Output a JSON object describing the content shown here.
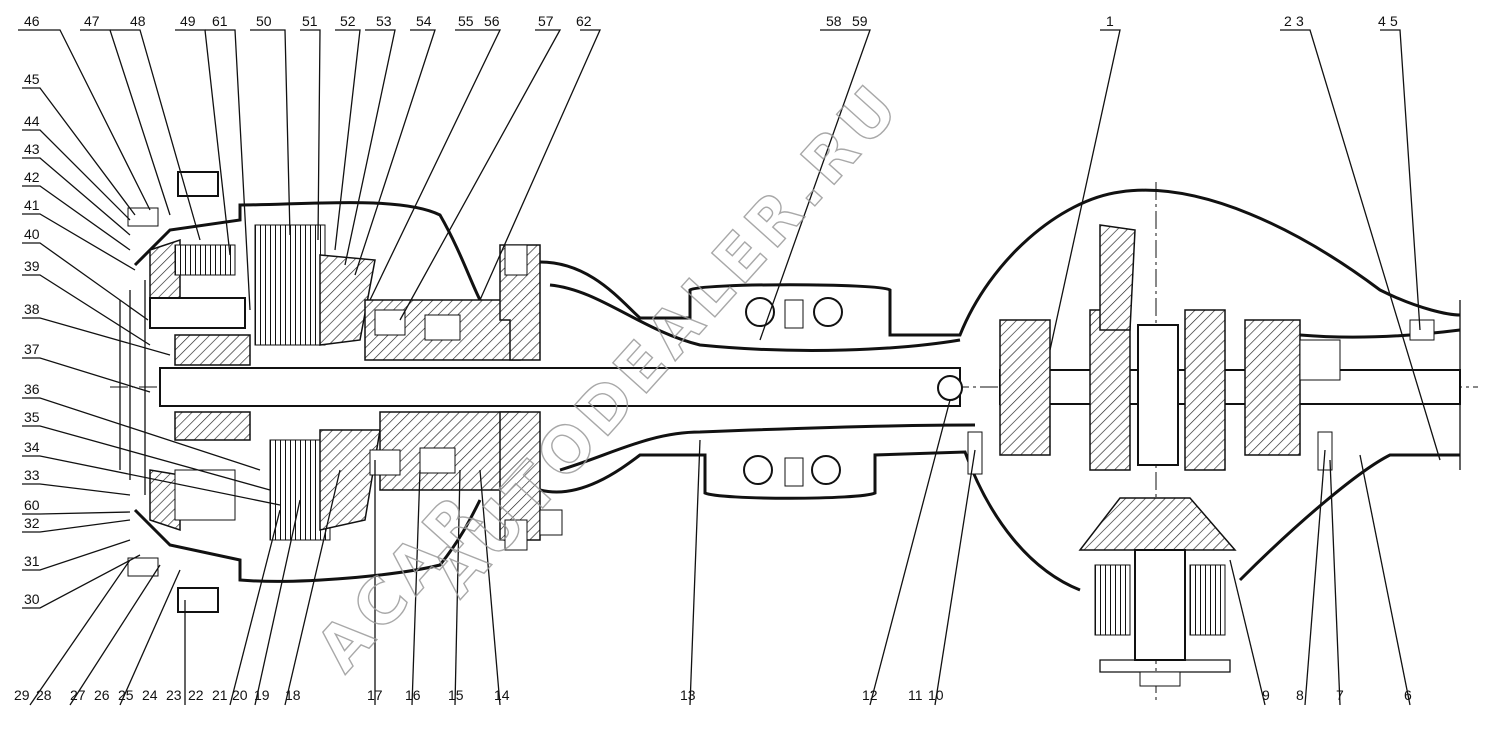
{
  "watermark": {
    "line1": "ACAR",
    "line2": "AUTODEALER.RU"
  },
  "callouts": {
    "top": [
      "46",
      "47",
      "48",
      "49",
      "61",
      "50",
      "51",
      "52",
      "53",
      "54",
      "55",
      "56",
      "57",
      "62",
      "58",
      "59",
      "1",
      "2",
      "3",
      "4",
      "5"
    ],
    "left": [
      "45",
      "44",
      "43",
      "42",
      "41",
      "40",
      "39",
      "38",
      "37",
      "36",
      "35",
      "34",
      "33",
      "60",
      "32",
      "31",
      "30"
    ],
    "bottom": [
      "29",
      "28",
      "27",
      "26",
      "25",
      "24",
      "23",
      "22",
      "21",
      "20",
      "19",
      "18",
      "17",
      "16",
      "15",
      "14",
      "13",
      "12",
      "11",
      "10",
      "9",
      "8",
      "7",
      "6"
    ]
  }
}
